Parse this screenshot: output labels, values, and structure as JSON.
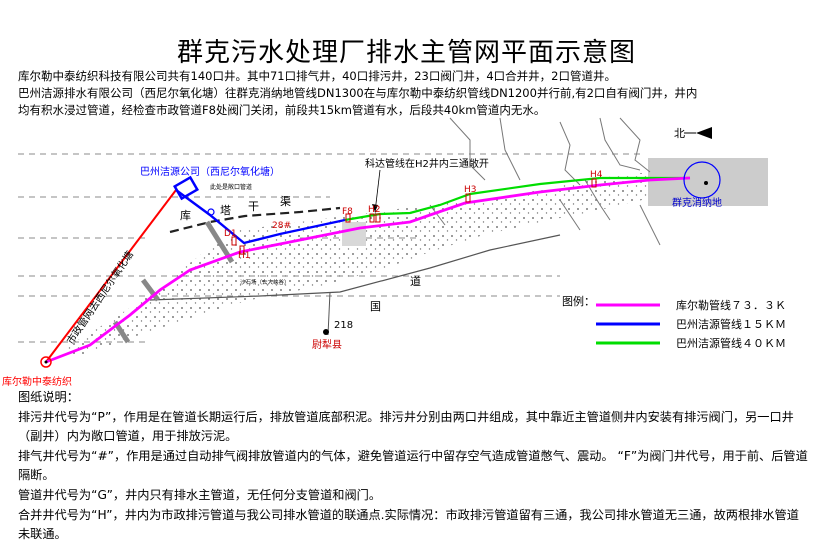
{
  "title": "群克污水处理厂排水主管网平面示意图",
  "intro": {
    "line1": "库尔勒中泰纺织科技有限公司共有140口井。其中71口排气井，40口排污井，23口阀门井，4口合并井，2口管道井。",
    "line2": "巴州洁源排水有限公司（西尼尔氧化塘）往群克消纳地管线DN1300在与库尔勒中泰纺织管线DN1200并行前,有2口自有阀门井，井内",
    "line3": "均有积水浸过管道，经检查市政管道F8处阀门关闭，前段共15km管道有水，后段共40km管道内无水。"
  },
  "map": {
    "north_label": "北",
    "bazhou_company": "巴州洁源公司（西尼尔氧化塘）",
    "municipal_pipe": "市政管网去西尼尔氧化塘",
    "kuerle_plant": "库尔勒中泰纺织",
    "qunke_site": "群克消纳地",
    "keda_note": "科达管线在H2井内三通敞开",
    "sewage_note": "此处是敞口管道",
    "sand_site": "沙石场（去大峡谷）",
    "canal_chars": [
      "库",
      "塔",
      "干",
      "渠"
    ],
    "road_chars": [
      "道",
      "国"
    ],
    "road_number": "218",
    "county": "尉犁县",
    "wells": {
      "d1": "D1",
      "h1": "H1",
      "n28": "28#",
      "f8": "F8",
      "h2": "H2",
      "h3": "H3",
      "h4": "H4"
    }
  },
  "legend": {
    "title": "图例：",
    "items": [
      {
        "label": "库尔勒管线７３．３Ｋ",
        "color": "#ff00ff"
      },
      {
        "label": "巴州洁源管线１５ＫＭ",
        "color": "#0000ff"
      },
      {
        "label": "巴州洁源管线４０ＫＭ",
        "color": "#00dd00"
      }
    ]
  },
  "notes": {
    "heading": "图纸说明：",
    "p1": "排污井代号为“P”，作用是在管道长期运行后，排放管道底部积泥。排污井分别由两口井组成，其中靠近主管道侧井内安装有排污阀门，另一口井（副井）内为敞口管道，用于排放污泥。",
    "p2": "排气井代号为“#”，作用是通过自动排气阀排放管道内的气体，避免管道运行中留存空气造成管道憋气、震动。 “F”为阀门井代号，用于前、后管道隔断。",
    "p3": "管道井代号为“G”，井内只有排水主管道，无任何分支管道和阀门。",
    "p4": "合并井代号为“H”，井内为市政排污管道与我公司排水管道的联通点.实际情况：市政排污管道留有三通，我公司排水管道无三通，故两根排水管道未联通。"
  },
  "colors": {
    "kuerle": "#ff00ff",
    "bazhou15": "#0000ff",
    "bazhou40": "#00dd00",
    "municipal": "#ff0000",
    "well_label": "#cc0000"
  }
}
